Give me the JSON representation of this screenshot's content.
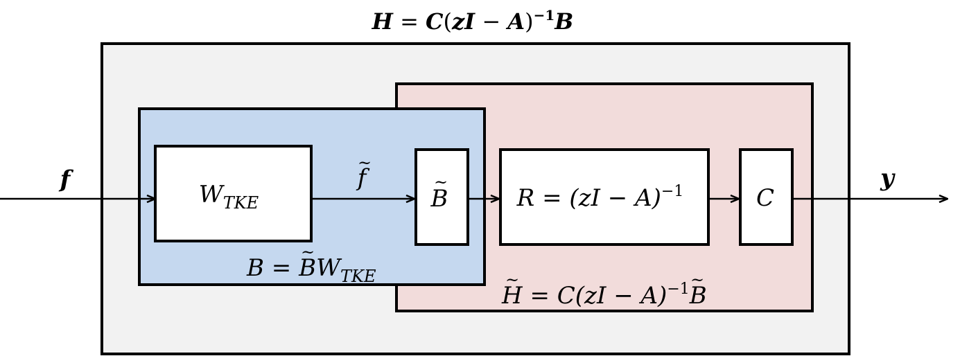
{
  "colors": {
    "outer_fill": "#f2f2f2",
    "input_block_fill": "#c5d8ef",
    "system_block_fill": "#f2dcdb",
    "inner_box_fill": "#ffffff",
    "line": "#000000"
  },
  "labels": {
    "overall_transfer": {
      "H": "H",
      "eq": " = ",
      "C": "C",
      "open": "(",
      "z": "z",
      "I": "I",
      "minus": " − ",
      "A": "A",
      "close": ")",
      "exp": "−1",
      "B": "B"
    },
    "input_signal": "f",
    "output_signal": "y",
    "weighted_signal": {
      "base": "f",
      "accent": "~"
    },
    "w_block": {
      "W": "W",
      "sub": "TKE"
    },
    "b_tilde_block": {
      "B": "B",
      "accent": "~"
    },
    "r_block": {
      "text": "R = (zI − A)",
      "exp": "−1"
    },
    "c_block": "C",
    "b_relation": {
      "left": "B = ",
      "B": "B",
      "accent": "~",
      "W": "W",
      "sub": "TKE"
    },
    "h_tilde_relation": {
      "H": "H",
      "accent": "~",
      "mid": " = C(zI − A)",
      "exp": "−1",
      "B": "B",
      "accent2": "~"
    }
  }
}
